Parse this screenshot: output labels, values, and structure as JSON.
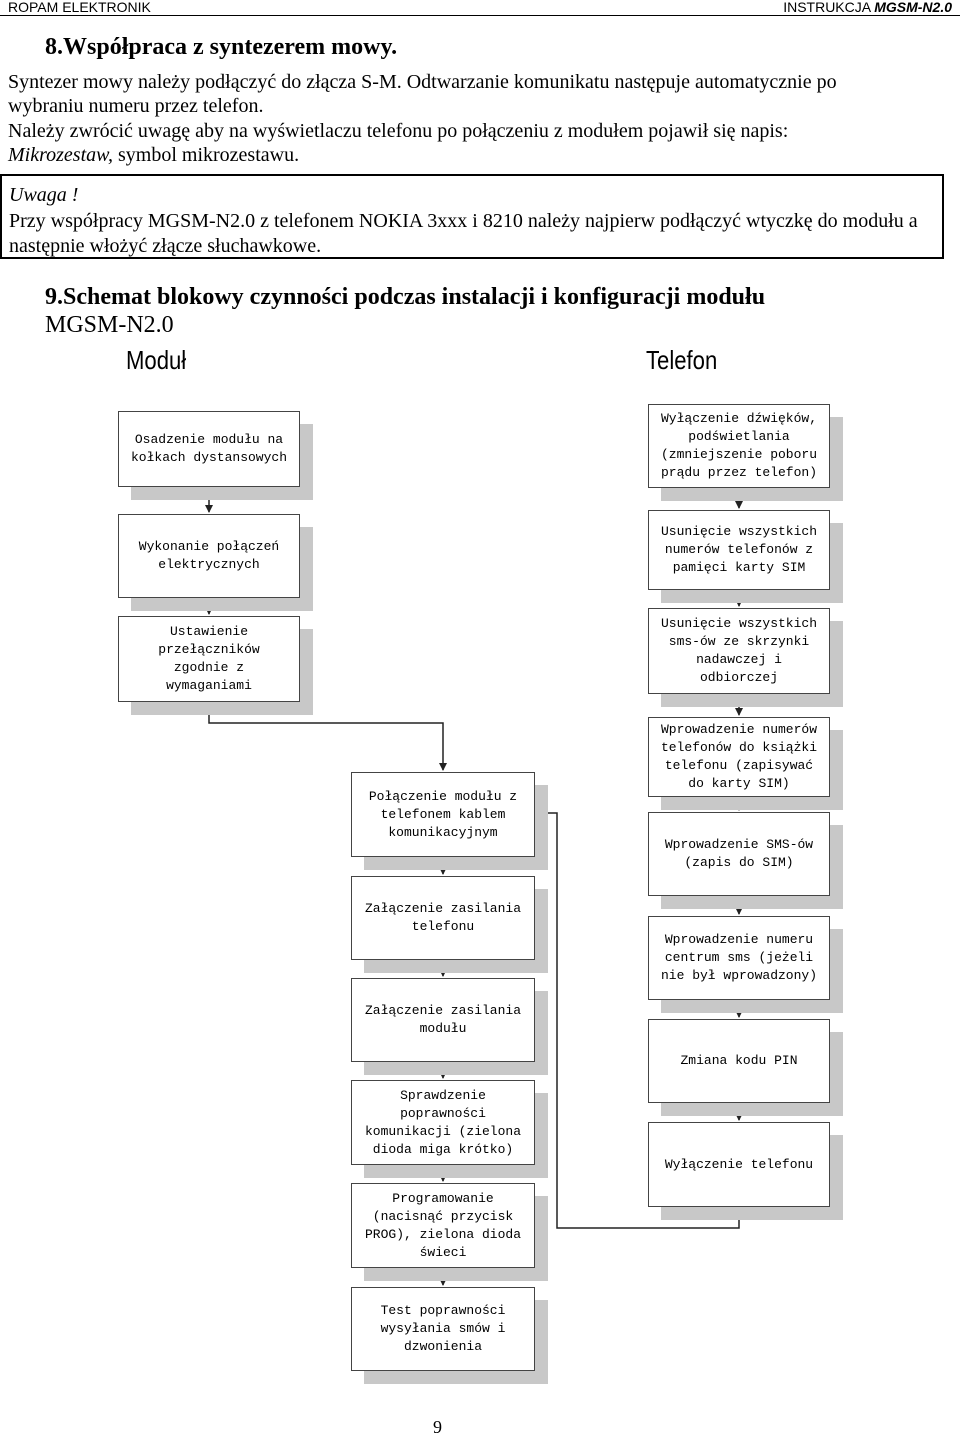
{
  "header": {
    "left": "ROPAM ELEKTRONIK",
    "right_prefix": "INSTRUKCJA ",
    "right_model": "MGSM-N2.0"
  },
  "section8": {
    "title": "8.Współpraca z syntezerem mowy.",
    "p1_line1": "Syntezer mowy należy podłączyć do złącza S-M. Odtwarzanie komunikatu następuje automatycznie po",
    "p1_line2": "wybraniu numeru przez telefon.",
    "p2_line1": "Należy zwrócić uwagę aby na wyświetlaczu telefonu po połączeniu z modułem pojawił się napis:",
    "p2_italic": "Mikrozestaw,",
    "p2_rest": " symbol mikrozestawu."
  },
  "warning": {
    "title": "Uwaga !",
    "text": "Przy współpracy MGSM-N2.0 z telefonem NOKIA 3xxx i 8210 należy najpierw podłączyć wtyczkę do modułu a następnie włożyć złącze słuchawkowe."
  },
  "section9": {
    "title_line1": "9.Schemat blokowy czynności podczas instalacji i konfiguracji modułu",
    "title_line2": "MGSM-N2.0"
  },
  "diagram": {
    "col_module": "Moduł",
    "col_phone": "Telefon",
    "module_steps": [
      "Osadzenie modułu na\nkołkach dystansowych",
      "Wykonanie połączeń\nelektrycznych",
      "Ustawienie\nprzełączników\nzgodnie z\nwymaganiami"
    ],
    "phone_steps": [
      "Wyłączenie dźwięków,\npodświetlania\n(zmniejszenie poboru\nprądu przez telefon)",
      "Usunięcie wszystkich\nnumerów telefonów z\npamięci karty SIM",
      "Usunięcie wszystkich\nsms-ów ze skrzynki\nnadawczej i\nodbiorczej",
      "Wprowadzenie numerów\ntelefonów do książki\ntelefonu (zapisywać\ndo karty SIM)",
      "Wprowadzenie SMS-ów\n(zapis do SIM)",
      "Wprowadzenie numeru\ncentrum sms (jeżeli\nnie był wprowadzony)",
      "Zmiana kodu PIN",
      "Wyłączenie telefonu"
    ],
    "common_steps": [
      "Połączenie modułu z\ntelefonem kablem\nkomunikacyjnym",
      "Załączenie zasilania\ntelefonu",
      "Załączenie zasilania\nmodułu",
      "Sprawdzenie\npoprawności\nkomunikacji (zielona\ndioda miga krótko)",
      "Programowanie\n(nacisnąć przycisk\nPROG), zielona dioda\nświeci",
      "Test poprawności\nwysyłania smów i\ndzwonienia"
    ]
  },
  "page_number": "9"
}
